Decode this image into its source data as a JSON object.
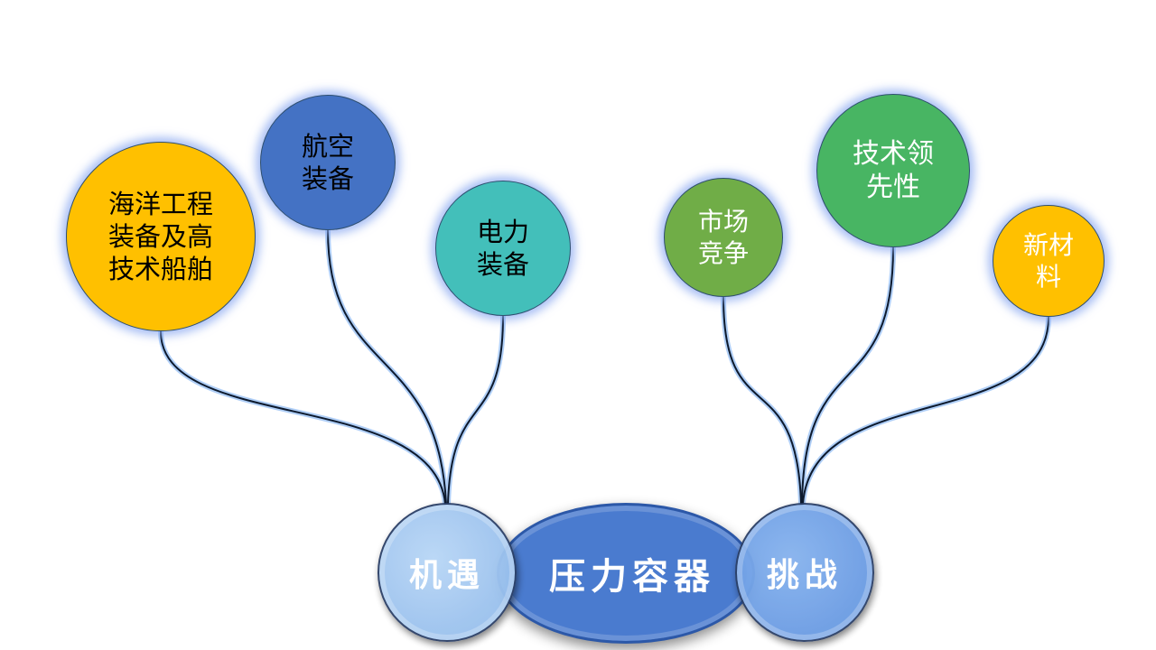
{
  "center": {
    "label": "压力容器",
    "color": "#4A7BCF"
  },
  "left_hub": {
    "label": "机遇",
    "color": "#A4C8F0"
  },
  "right_hub": {
    "label": "挑战",
    "color": "#6FA1E8"
  },
  "opportunities": [
    {
      "lines": [
        "海洋工程",
        "装备及高",
        "技术船舶"
      ],
      "color": "#FFC000"
    },
    {
      "lines": [
        "航空",
        "装备"
      ],
      "color": "#4472C4"
    },
    {
      "lines": [
        "电力",
        "装备"
      ],
      "color": "#43BFBA"
    }
  ],
  "challenges": [
    {
      "lines": [
        "市场",
        "竞争"
      ],
      "color": "#70AD47"
    },
    {
      "lines": [
        "技术领",
        "先性"
      ],
      "color": "#48B563"
    },
    {
      "lines": [
        "新材",
        "料"
      ],
      "color": "#FFC000"
    }
  ]
}
